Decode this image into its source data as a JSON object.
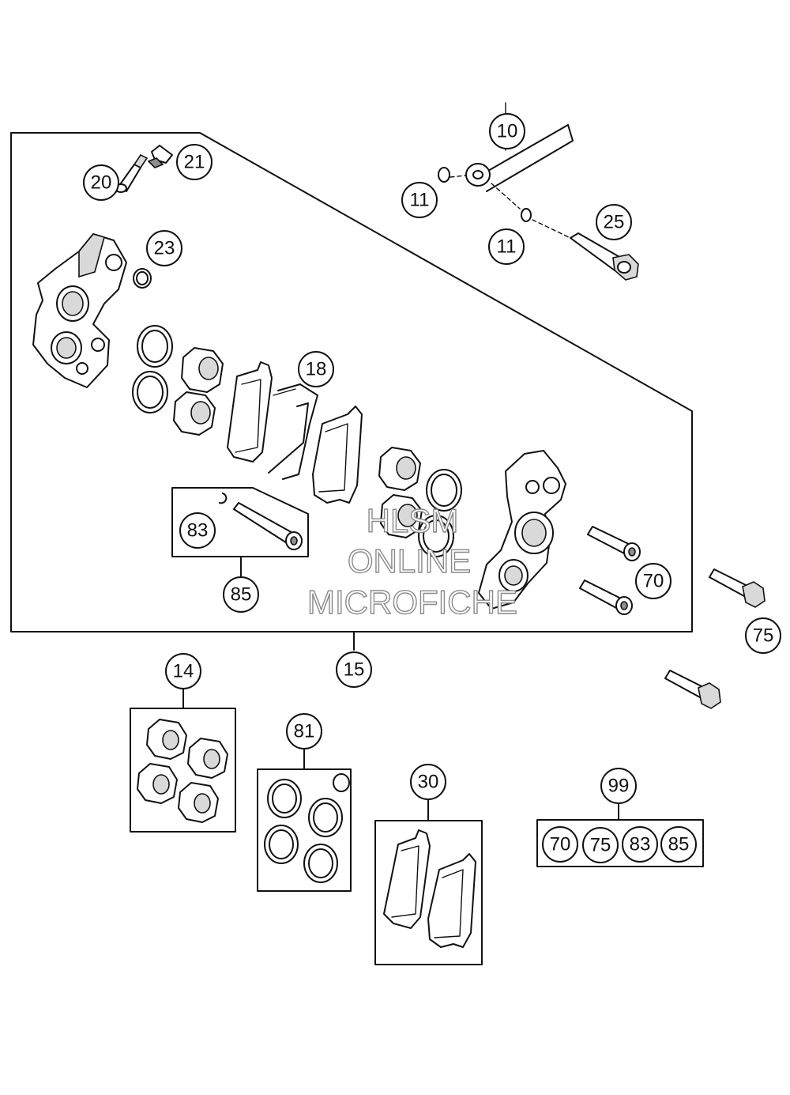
{
  "callouts": {
    "c10": "10",
    "c11a": "11",
    "c11b": "11",
    "c14": "14",
    "c15": "15",
    "c18": "18",
    "c20": "20",
    "c21": "21",
    "c23": "23",
    "c25": "25",
    "c30": "30",
    "c70": "70",
    "c75": "75",
    "c81": "81",
    "c83": "83",
    "c85": "85",
    "c99": "99"
  },
  "kit_99": [
    "70",
    "75",
    "83",
    "85"
  ],
  "watermark": {
    "line1": "HLSM",
    "line2": "ONLINE",
    "line3": "MICROFICHE"
  }
}
